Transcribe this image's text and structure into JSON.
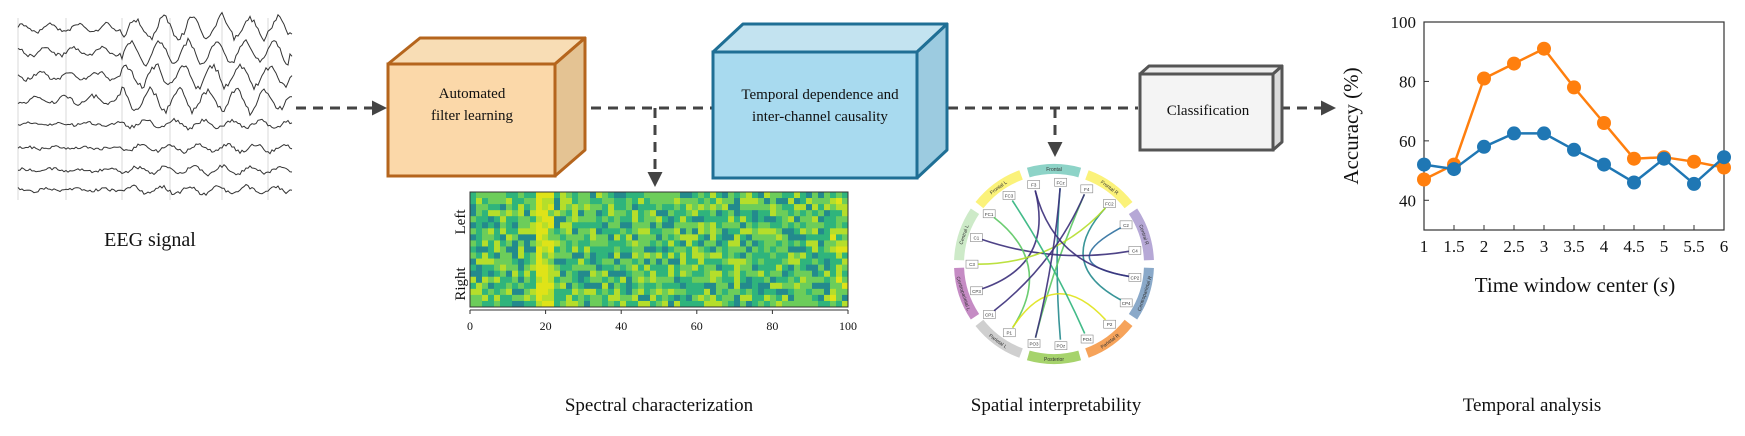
{
  "eeg": {
    "label": "EEG signal"
  },
  "boxes": {
    "filter": {
      "line1": "Automated",
      "line2": "filter learning"
    },
    "temporal": {
      "line1": "Temporal dependence and",
      "line2": "inter-channel causality"
    },
    "classification": {
      "label": "Classification"
    }
  },
  "captions": {
    "spectral": "Spectral characterization",
    "spatial": "Spatial interpretability",
    "temporal": "Temporal analysis"
  },
  "heatmap": {
    "row_labels": [
      "Left",
      "Right"
    ],
    "x_ticks": [
      "0",
      "20",
      "40",
      "60",
      "80",
      "100"
    ]
  },
  "circle": {
    "regions": [
      "Frontal",
      "Frontal R",
      "Central R",
      "Centroparietal R",
      "Parietal R",
      "Posterior",
      "Parietal L",
      "Centroparietal L",
      "Central L",
      "Frontal L"
    ],
    "region_colors": [
      "#8dd3c7",
      "#fbf27a",
      "#b6a8d6",
      "#8aa9c9",
      "#f6a35a",
      "#a6d36c",
      "#cfcfcf",
      "#c58bc4",
      "#cdeac8",
      "#fbf27a"
    ],
    "channels": [
      "F3",
      "FCz",
      "F4",
      "FC2",
      "C2",
      "C4",
      "CP2",
      "CP4",
      "P2",
      "PO4",
      "POz",
      "PO3",
      "P1",
      "CP1",
      "CP3",
      "C3",
      "C1",
      "FC1",
      "FC3"
    ]
  },
  "chart_data": {
    "type": "line",
    "x": [
      1,
      1.5,
      2,
      2.5,
      3,
      3.5,
      4,
      4.5,
      5,
      5.5,
      6
    ],
    "x_tick_labels": [
      "1",
      "1.5",
      "2",
      "2.5",
      "3",
      "3.5",
      "4",
      "4.5",
      "5",
      "5.5",
      "6"
    ],
    "y_ticks": [
      "40",
      "60",
      "80",
      "100"
    ],
    "ylim": [
      30,
      100
    ],
    "xlim": [
      1,
      6
    ],
    "xlabel_pre": "Time window center (",
    "xlabel_var": "s",
    "xlabel_post": ")",
    "ylabel": "Accuracy (%)",
    "series": [
      {
        "values": [
          47,
          52,
          81,
          86,
          91,
          78,
          66,
          54,
          54.5,
          53,
          51
        ],
        "color": "#ff7f0e"
      },
      {
        "values": [
          52,
          50.5,
          58,
          62.5,
          62.5,
          57,
          52,
          46,
          54,
          45.5,
          54.5
        ],
        "color": "#1f77b4"
      }
    ]
  }
}
